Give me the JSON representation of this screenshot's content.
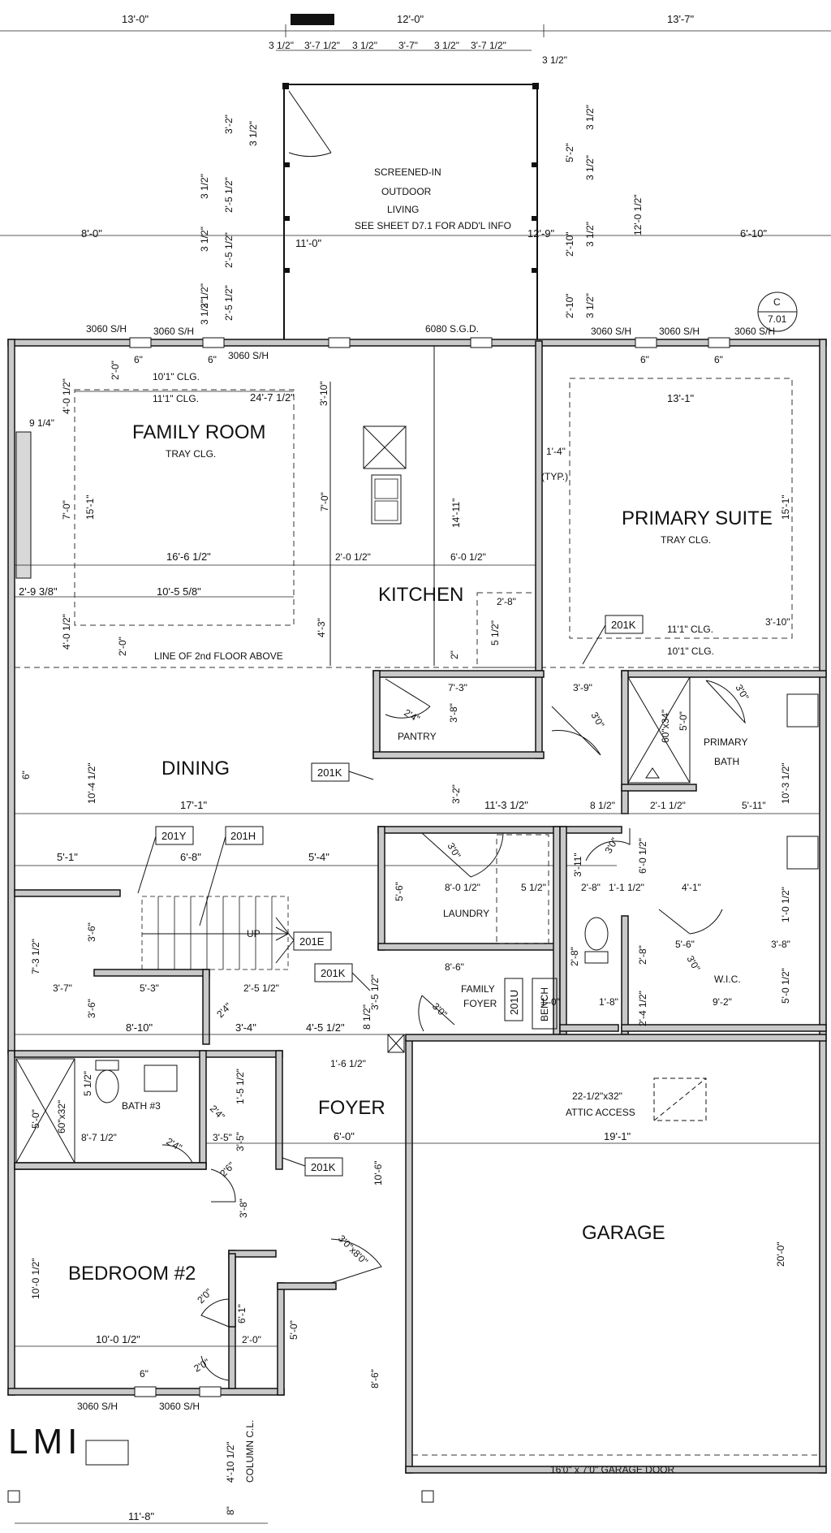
{
  "rooms": {
    "family_room": "FAMILY ROOM",
    "family_room_ceiling": "TRAY CLG.",
    "kitchen": "KITCHEN",
    "primary_suite": "PRIMARY SUITE",
    "primary_suite_ceiling": "TRAY CLG.",
    "dining": "DINING",
    "pantry": "PANTRY",
    "primary_bath_line1": "PRIMARY",
    "primary_bath_line2": "BATH",
    "laundry": "LAUNDRY",
    "family_foyer_line1": "FAMILY",
    "family_foyer_line2": "FOYER",
    "wic": "W.I.C.",
    "bath3": "BATH #3",
    "foyer": "FOYER",
    "garage": "GARAGE",
    "bedroom2": "BEDROOM #2",
    "screened_line1": "SCREENED-IN",
    "screened_line2": "OUTDOOR",
    "screened_line3": "LIVING",
    "screened_note": "SEE SHEET D7.1 FOR ADD'L INFO"
  },
  "notes": {
    "line_2nd_floor": "LINE OF 2nd FLOOR ABOVE",
    "attic_line1": "22-1/2\"x32\"",
    "attic_line2": "ATTIC ACCESS",
    "garage_door": "16'0\" x 7'0\" GARAGE DOOR",
    "column_cl": "COLUMN C.L.",
    "typ": "(TYP.)",
    "up": "UP",
    "bench": "BENCH",
    "shower_bath3": "60\"x32\"",
    "shower_primary": "60\"x34\"",
    "clg_10_1_a": "10'1\" CLG.",
    "clg_11_1_a": "11'1\" CLG.",
    "clg_11_1_b": "11'1\" CLG.",
    "clg_10_1_b": "10'1\" CLG.",
    "section_letter": "C",
    "section_sheet": "7.01",
    "logo_text": "LMI"
  },
  "openings": {
    "w_top_left_a": "3060 S/H",
    "w_top_left_b": "3060 S/H",
    "w_top_left_c": "3060 S/H",
    "sgd": "6080 S.G.D.",
    "w_top_right_a": "3060 S/H",
    "w_top_right_b": "3060 S/H",
    "w_top_right_c": "3060 S/H",
    "w_bottom_a": "3060 S/H",
    "w_bottom_b": "3060 S/H",
    "door_3080": "3'0\"x8'0\""
  },
  "tags": {
    "t1": "201K",
    "t2": "201K",
    "t3": "201Y",
    "t4": "201H",
    "t5": "201E",
    "t6": "201K",
    "t7": "201U",
    "t8": "201K"
  },
  "dims": {
    "top_a": "13'-0\"",
    "top_b": "12'-0\"",
    "top_c": "13'-7\"",
    "porch_1": "3 1/2\"",
    "porch_2": "3'-7 1/2\"",
    "porch_3": "3 1/2\"",
    "porch_4": "3'-7\"",
    "porch_5": "3 1/2\"",
    "porch_6": "3'-7 1/2\"",
    "porch_7": "3 1/2\"",
    "porch_l1": "3'-2\"",
    "porch_l2": "3 1/2\"",
    "porch_l3": "3 1/2\"",
    "porch_l4": "2'-5 1/2\"",
    "porch_l5": "3 1/2\"",
    "porch_l6": "2'-5 1/2\"",
    "porch_l7": "3 1/2\"",
    "porch_l8": "2'-5 1/2\"",
    "porch_l9": "3 1/2\"",
    "porch_r1": "5'-2\"",
    "porch_r2": "3 1/2\"",
    "porch_r3": "3 1/2\"",
    "porch_r4": "2'-10\"",
    "porch_r5": "3 1/2\"",
    "porch_r6": "2'-10\"",
    "porch_r7": "3 1/2\"",
    "porch_r8": "12'-0 1/2\"",
    "left_8": "8'-0\"",
    "porch_11": "11'-0\"",
    "porch_12_9": "12'-9\"",
    "right_6_10": "6'-10\"",
    "fr_2_0": "2'-0\"",
    "fr_6": "6\"",
    "fr_6b": "6\"",
    "fr_4_0": "4'-0 1/2\"",
    "fr_9_1_4": "9 1/4\"",
    "fr_24_7": "24'-7 1/2\"",
    "fr_3_10": "3'-10\"",
    "fr_7_0": "7'-0\"",
    "fr_15_1": "15'-1\"",
    "fr_7_0b": "7'-0\"",
    "fr_14_11": "14'-11\"",
    "fr_16_6": "16'-6 1/2\"",
    "fr_2_0_1_2": "2'-0 1/2\"",
    "fr_6_0_1_2": "6'-0 1/2\"",
    "fr_2_9": "2'-9 3/8\"",
    "fr_10_5": "10'-5 5/8\"",
    "fr_4_0b": "4'-0 1/2\"",
    "fr_2_0b": "2'-0\"",
    "k_4_3": "4'-3\"",
    "k_2_8": "2'-8\"",
    "k_5_1_2": "5 1/2\"",
    "k_2": "2\"",
    "k_7_3": "7'-3\"",
    "k_3_8": "3'-8\"",
    "k_2_4": "2'4\"",
    "ps_13_1": "13'-1\"",
    "ps_1_4": "1'-4\"",
    "ps_15_1": "15'-1\"",
    "ps_3_10": "3'-10\"",
    "ps_6a": "6\"",
    "ps_6b": "6\"",
    "ps_3_9": "3'-9\"",
    "ps_3_0": "3'0\"",
    "ps_3_0b": "3'0\"",
    "ps_5_0": "5'-0\"",
    "ps_10_3": "10'-3 1/2\"",
    "ps_5_11": "5'-11\"",
    "ps_2_1": "2'-1 1/2\"",
    "ps_8_1_2": "8 1/2\"",
    "d_6": "6\"",
    "d_10_4": "10'-4 1/2\"",
    "d_17_1": "17'-1\"",
    "d_3_2": "3'-2\"",
    "d_11_3": "11'-3 1/2\"",
    "d_5_1": "5'-1\"",
    "d_6_8": "6'-8\"",
    "d_5_4": "5'-4\"",
    "l_5_6": "5'-6\"",
    "l_3_0": "3'0\"",
    "l_8_0": "8'-0 1/2\"",
    "l_5_1_2": "5 1/2\"",
    "l_3_11": "3'-11\"",
    "l_3_0b": "3'0\"",
    "l_6_0": "6'-0 1/2\"",
    "l_2_8": "2'-8\"",
    "l_1_1": "1'-1 1/2\"",
    "l_4_1": "4'-1\"",
    "l_1_0": "1'-0 1/2\"",
    "w_5_6": "5'-6\"",
    "w_3_0": "3'0\"",
    "w_2_8": "2'-8\"",
    "w_3_8": "3'-8\"",
    "w_5_0": "5'-0 1/2\"",
    "w_9_2": "9'-2\"",
    "w_2_8b": "2'-8\"",
    "w_1_8": "1'-8\"",
    "w_1_0": "1'-0\"",
    "w_2_4": "2'-4 1/2\"",
    "s_7_3": "7'-3 1/2\"",
    "s_3_6": "3'-6\"",
    "s_3_7": "3'-7\"",
    "s_5_3": "5'-3\"",
    "s_2_5": "2'-5 1/2\"",
    "s_3_6b": "3'-6\"",
    "s_8_10": "8'-10\"",
    "s_3_4": "3'-4\"",
    "s_2_4": "2'4\"",
    "ff_8_6": "8'-6\"",
    "ff_3_5": "3'-5 1/2\"",
    "ff_3_0": "3'0\"",
    "ff_8_1_2": "8 1/2\"",
    "ff_4_5": "4'-5 1/2\"",
    "b_5_0": "5'-0\"",
    "b_5_1_2": "5 1/2\"",
    "b_8_7": "8'-7 1/2\"",
    "b_2_4": "2'4\"",
    "b_2_4b": "2'4\"",
    "b_1_5": "1'-5 1/2\"",
    "b_3_5": "3'-5\"",
    "b_3_5b": "3'-5\"",
    "f_1_6": "1'-6 1/2\"",
    "f_6_0": "6'-0\"",
    "f_10_6": "10'-6\"",
    "g_19_1": "19'-1\"",
    "g_20_0": "20'-0\"",
    "br_2_6": "2'6\"",
    "br_3_8": "3'-8\"",
    "br_10_0v": "10'-0 1/2\"",
    "br_10_0h": "10'-0 1/2\"",
    "br_2_0": "2'0\"",
    "br_6_1": "6'-1\"",
    "br_2_0b": "2'-0\"",
    "br_2_0c": "2'0\"",
    "br_6": "6\"",
    "e_5_0": "5'-0\"",
    "e_8_6": "8'-6\"",
    "e_4_10": "4'-10 1/2\"",
    "e_8": "8\"",
    "e_11_8": "11'-8\""
  }
}
